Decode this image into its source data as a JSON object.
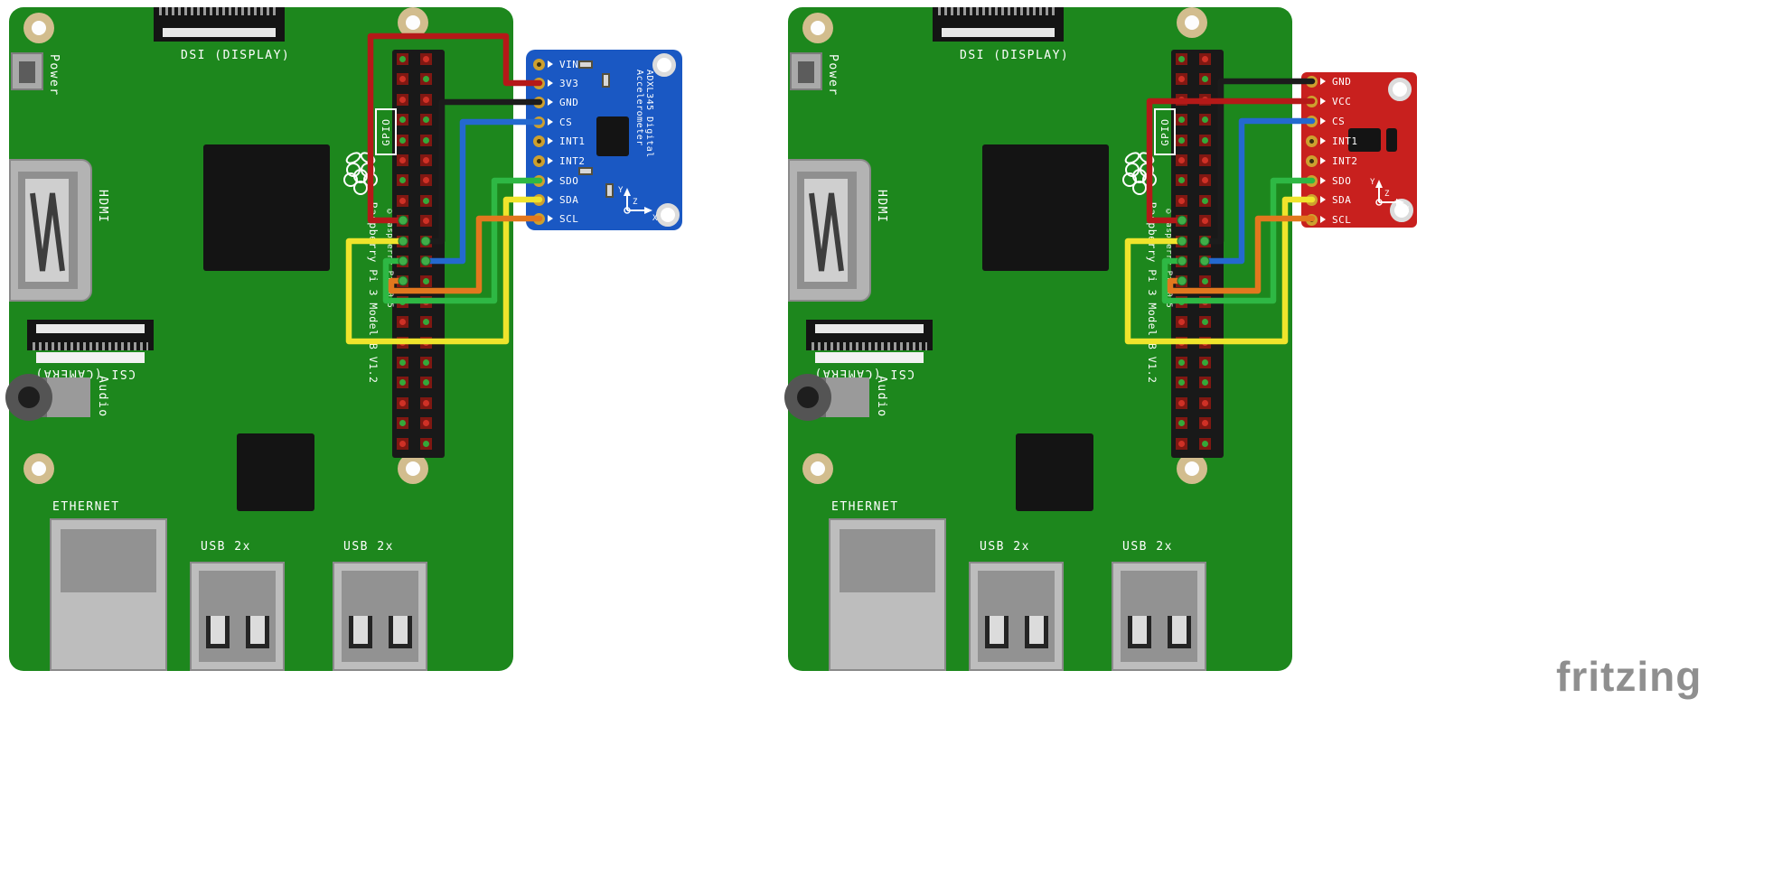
{
  "watermark": "fritzing",
  "colors": {
    "board_green": "#1d871d",
    "adafruit_blue": "#1a58c3",
    "sparkfun_red": "#c8201e",
    "wire_red": "#b51918",
    "wire_black": "#1c1c1c",
    "wire_blue": "#2469cf",
    "wire_green": "#2eb844",
    "wire_yellow": "#efe42c",
    "wire_orange": "#e2781e",
    "pin_dot_green": "#3fae49",
    "watermark_gray": "#8f8f8f"
  },
  "pi": {
    "labels": {
      "power": "Power",
      "dsi": "DSI (DISPLAY)",
      "hdmi": "HDMI",
      "csi": "CSI (CAMERA)",
      "audio": "Audio",
      "ethernet": "ETHERNET",
      "usb_left": "USB 2x",
      "usb_right": "USB 2x",
      "gpio": "GPIO",
      "board_name": "Raspberry Pi 3 Model B V1.2",
      "copyright": "©Raspberry Pi 2015"
    }
  },
  "adafruit_breakout": {
    "name": "ADXL345 Digital Accelerometer",
    "pins": [
      "VIN",
      "3V3",
      "GND",
      "CS",
      "INT1",
      "INT2",
      "SDO",
      "SDA",
      "SCL"
    ]
  },
  "sparkfun_breakout": {
    "pins": [
      "GND",
      "VCC",
      "CS",
      "INT1",
      "INT2",
      "SDO",
      "SDA",
      "SCL"
    ]
  },
  "axis": {
    "x": "X",
    "y": "Y",
    "z": "Z"
  }
}
